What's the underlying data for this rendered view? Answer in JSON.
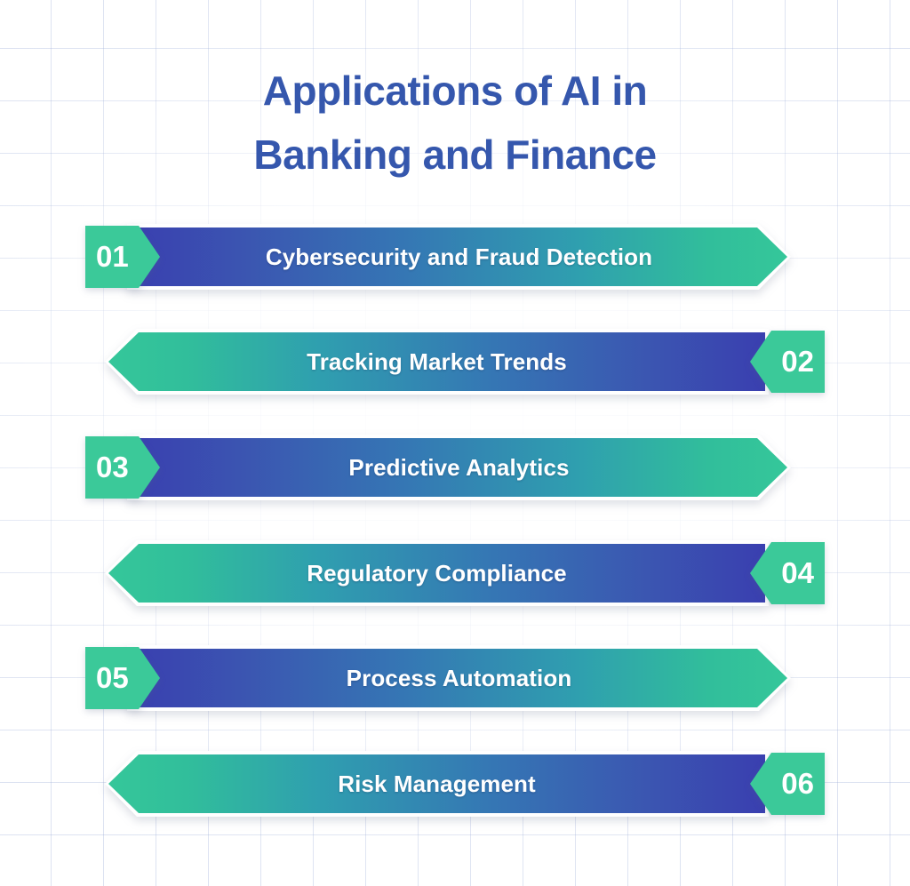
{
  "infographic": {
    "title_lines": [
      "Applications of AI in",
      "Banking and Finance"
    ],
    "title_color": "#3557AD",
    "accent_green": "#3BC999",
    "accent_blue": "#3A3FB0",
    "background": "#ffffff",
    "items": [
      {
        "number": "01",
        "label": "Cybersecurity and Fraud Detection",
        "direction": "right",
        "badge_side": "left"
      },
      {
        "number": "02",
        "label": "Tracking Market Trends",
        "direction": "left",
        "badge_side": "right"
      },
      {
        "number": "03",
        "label": "Predictive Analytics",
        "direction": "right",
        "badge_side": "left"
      },
      {
        "number": "04",
        "label": "Regulatory Compliance",
        "direction": "left",
        "badge_side": "right"
      },
      {
        "number": "05",
        "label": "Process Automation",
        "direction": "right",
        "badge_side": "left"
      },
      {
        "number": "06",
        "label": "Risk Management",
        "direction": "left",
        "badge_side": "right"
      }
    ]
  }
}
